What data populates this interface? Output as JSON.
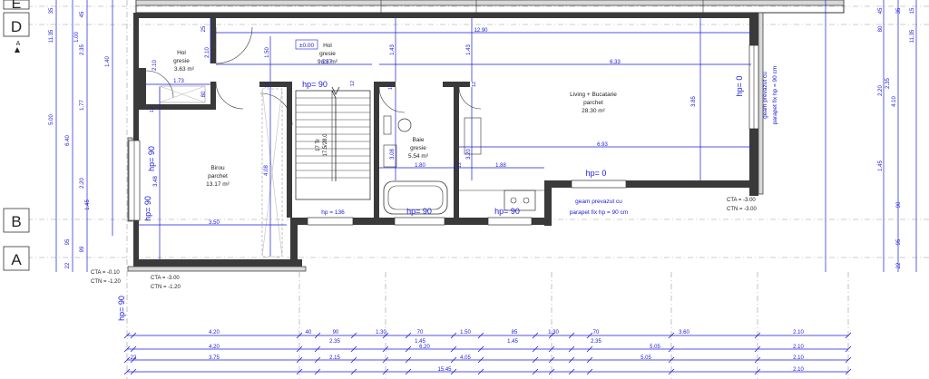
{
  "axes": {
    "e": "E",
    "d": "D",
    "b": "B",
    "a": "A",
    "section_marker": "A"
  },
  "rooms": {
    "hol_small": {
      "name": "Hol",
      "finish": "gresie",
      "area": "3.63 m²"
    },
    "hol_main": {
      "name": "Hol",
      "finish": "gresie",
      "area": "9.22 m²"
    },
    "living": {
      "name": "Living + Bucatarie",
      "finish": "parchet",
      "area": "28.30 m²"
    },
    "baie": {
      "name": "Baie",
      "finish": "gresie",
      "area": "5.54 m²"
    },
    "birou": {
      "name": "Birou",
      "finish": "parchet",
      "area": "13.17 m²"
    }
  },
  "level_mark": "±0.00",
  "stair": {
    "line1": "17 Tr",
    "line2": "17.5/28.0"
  },
  "hp_labels": {
    "hp0_right": "hp= 0",
    "hp90_left": "hp= 90",
    "hp90_left2": "hp= 90",
    "hp90_top": "hp= 90",
    "hp136": "hp = 136",
    "hp90_bath": "hp= 90",
    "hp90_kitchen": "hp= 90",
    "hp0_bottom": "hp= 0",
    "hp90_bottom_left": "hp= 90"
  },
  "notes": {
    "geam_right_1": "geam prevazut cu",
    "geam_right_2": "parapet fix hp = 90 cm",
    "geam_bottom_1": "geam prevazut cu",
    "geam_bottom_2": "parapet fix hp = 90 cm",
    "cta_right": "CTA = -3.00",
    "ctn_right": "CTN = -3.00",
    "cta_left": "CTA = -0.10",
    "ctn_left": "CTN = -1.20",
    "cta_mid": "CTA = -3.00",
    "ctn_mid": "CTN = -1.20"
  },
  "inner_dims": [
    "12.90",
    "6.57",
    "6.33",
    "1.73",
    "6.93",
    "1.80",
    "1.88",
    "3.50",
    "3.85",
    "4.08",
    "3.48",
    "1.43",
    "1.43",
    "3.20",
    "3.08",
    "1.50",
    "2.10",
    "2.10",
    "80",
    "25",
    "12",
    "12",
    "12",
    "12",
    "12",
    "12"
  ],
  "left_dims": {
    "col1": [
      "11.35",
      "5.00",
      "35"
    ],
    "col2": [
      "6.40",
      "22",
      "95",
      "99"
    ],
    "col3": [
      "2.35",
      "1.77",
      "2.20",
      "45",
      "1.45",
      "1.00",
      "1.40"
    ]
  },
  "right_dims": {
    "col1": [
      "4.10",
      "1.45",
      "90",
      "95",
      "22",
      "35",
      "11.35",
      "2.20",
      "2.35",
      "80"
    ],
    "col2": [
      "11.35",
      "15",
      "45"
    ]
  },
  "bottom_dims": {
    "row1": [
      "4.20",
      "40",
      "90",
      "1.30",
      "70",
      "1.50",
      "85",
      "1.30",
      "70",
      "3.60",
      "2.10"
    ],
    "row2": [
      "2.35",
      "1.45",
      "1.45",
      "2.35"
    ],
    "row3": [
      "4.20",
      "6.20",
      "5.05",
      "2.10"
    ],
    "row4": [
      "22",
      "3.75",
      "2.15",
      "4.05",
      "5.05",
      "2.10"
    ],
    "row5": [
      "15.45",
      "2.10"
    ]
  }
}
